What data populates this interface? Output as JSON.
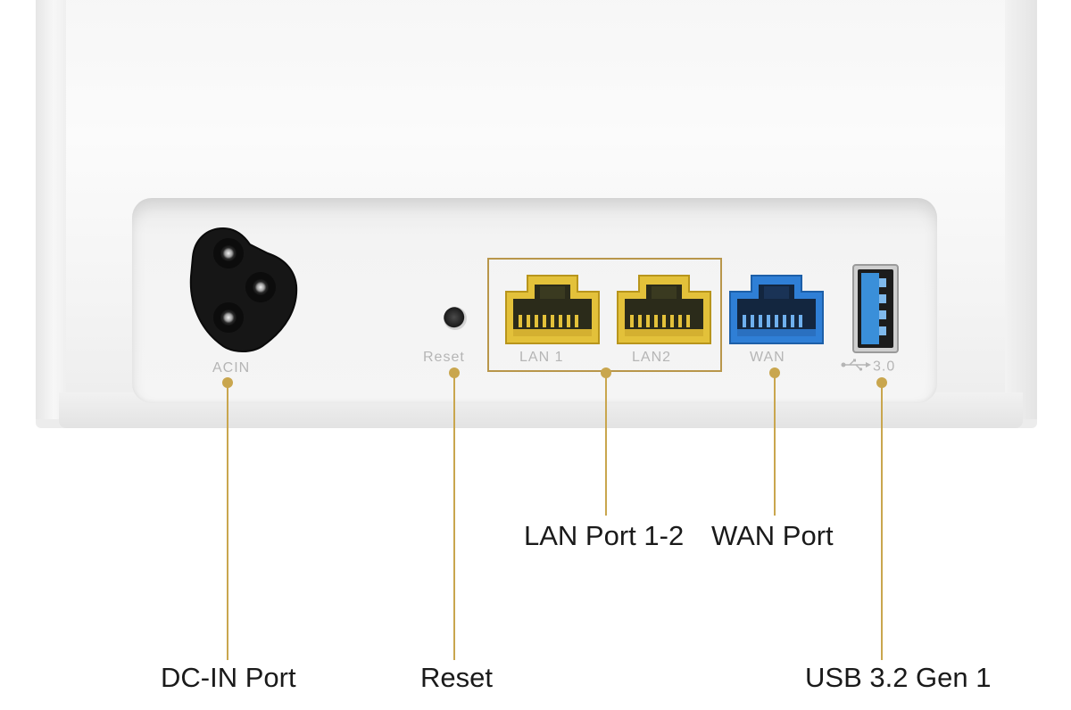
{
  "device_labels": {
    "acin": "ACIN",
    "reset": "Reset",
    "lan1": "LAN 1",
    "lan2": "LAN2",
    "wan": "WAN",
    "usb": "3.0"
  },
  "callouts": {
    "dc_in_port": "DC-IN Port",
    "reset": "Reset",
    "lan_ports": "LAN Port 1-2",
    "wan_port": "WAN Port",
    "usb": "USB 3.2 Gen 1"
  },
  "colors": {
    "leader_line": "#c9a64e",
    "lan_port": "#e3c13a",
    "wan_port": "#2f7fd6",
    "usb_port": "#3a8fd9",
    "router_body": "#f5f5f5"
  },
  "icons": [
    "ac-inlet-icon",
    "usb-symbol-icon"
  ]
}
